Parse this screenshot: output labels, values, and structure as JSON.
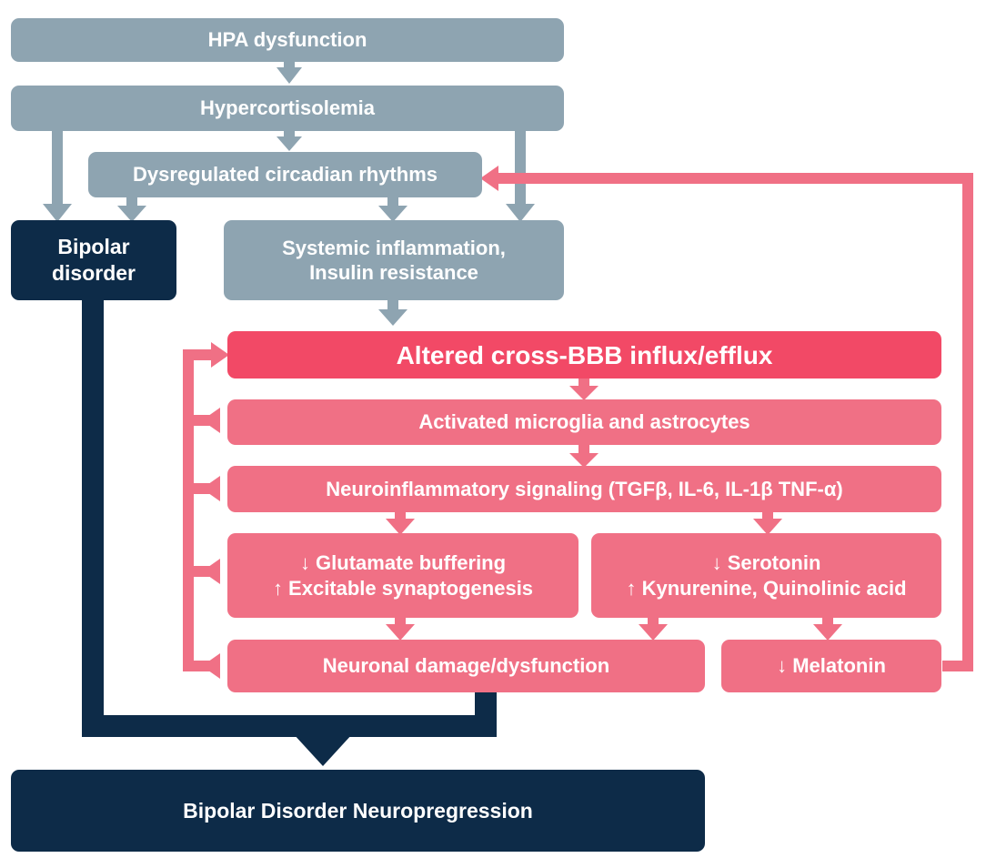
{
  "colors": {
    "grey": "#8ea4b1",
    "dark_navy": "#0d2b48",
    "pink": "#f07085",
    "pink_strong": "#f24966",
    "grey_arrow": "#8ea4b1",
    "pink_arrow": "#f07085",
    "navy_arrow": "#0d2b48"
  },
  "nodes": {
    "hpa": "HPA dysfunction",
    "hypercortisolemia": "Hypercortisolemia",
    "circadian": "Dysregulated circadian rhythms",
    "bipolar": {
      "line1": "Bipolar",
      "line2": "disorder"
    },
    "systemic": {
      "line1": "Systemic inflammation,",
      "line2": "Insulin resistance"
    },
    "bbb": "Altered cross-BBB influx/efflux",
    "microglia": "Activated microglia and astrocytes",
    "neuroinflammatory": "Neuroinflammatory signaling (TGFβ, IL-6, IL-1β TNF-α)",
    "glutamate": {
      "line1": "↓ Glutamate buffering",
      "line2": "↑ Excitable synaptogenesis"
    },
    "serotonin": {
      "line1": "↓ Serotonin",
      "line2": "↑ Kynurenine, Quinolinic acid"
    },
    "neuronal": "Neuronal damage/dysfunction",
    "melatonin": "↓ Melatonin",
    "neuroprogression": "Bipolar Disorder Neuropregression"
  }
}
